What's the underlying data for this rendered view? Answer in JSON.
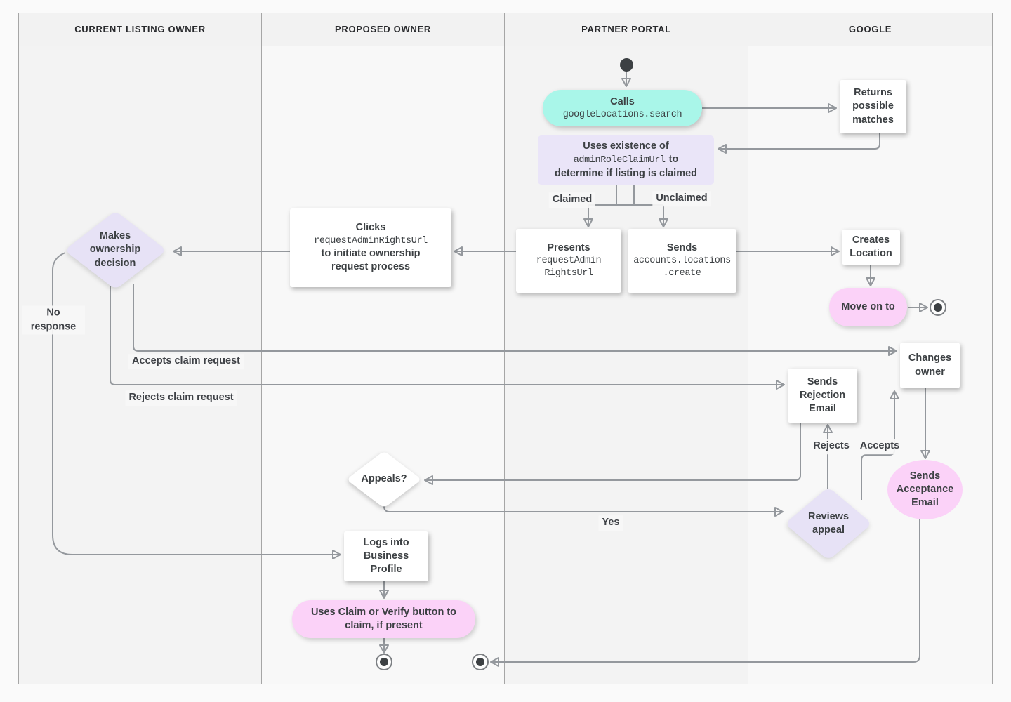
{
  "lanes": [
    {
      "label": "CURRENT LISTING OWNER"
    },
    {
      "label": "PROPOSED OWNER"
    },
    {
      "label": "PARTNER PORTAL"
    },
    {
      "label": "GOOGLE"
    }
  ],
  "nodes": {
    "calls": {
      "title": "Calls",
      "code": "googleLocations.search"
    },
    "returns": {
      "text": "Returns possible matches"
    },
    "uses": {
      "line1": "Uses existence of",
      "code": "adminRoleClaimUrl",
      "line2_suffix": "to",
      "line3": "determine if listing is claimed"
    },
    "presents": {
      "title": "Presents",
      "code_line1": "requestAdmin",
      "code_line2": "RightsUrl"
    },
    "sends_create": {
      "title": "Sends",
      "code_line1": "accounts.locations",
      "code_line2": ".create"
    },
    "creates_location": {
      "text": "Creates Location"
    },
    "move_on": {
      "text": "Move on to"
    },
    "clicks": {
      "title": "Clicks",
      "code": "requestAdminRightsUrl",
      "line3": "to initiate ownership",
      "line4": "request process"
    },
    "decision": {
      "text": "Makes ownership decision"
    },
    "changes_owner": {
      "text": "Changes owner"
    },
    "rejection_email": {
      "text": "Sends Rejection Email"
    },
    "acceptance_email": {
      "text": "Sends Acceptance Email"
    },
    "appeals": {
      "text": "Appeals?"
    },
    "reviews_appeal": {
      "text": "Reviews appeal"
    },
    "logs_in": {
      "text": "Logs into Business Profile"
    },
    "claim_verify": {
      "text": "Uses Claim or Verify button to claim, if present"
    }
  },
  "edge_labels": {
    "claimed": "Claimed",
    "unclaimed": "Unclaimed",
    "no_response": "No response",
    "accepts_claim": "Accepts claim request",
    "rejects_claim": "Rejects claim request",
    "rejects": "Rejects",
    "accepts": "Accepts",
    "yes": "Yes"
  },
  "colors": {
    "teal": "#a9f6e9",
    "pink": "#fbd2f8",
    "lavender": "#e7e2f6",
    "line": "#94989d",
    "text": "#3c4043",
    "lane_dark": "#f3f3f3",
    "lane_light": "#f8f8f8"
  }
}
